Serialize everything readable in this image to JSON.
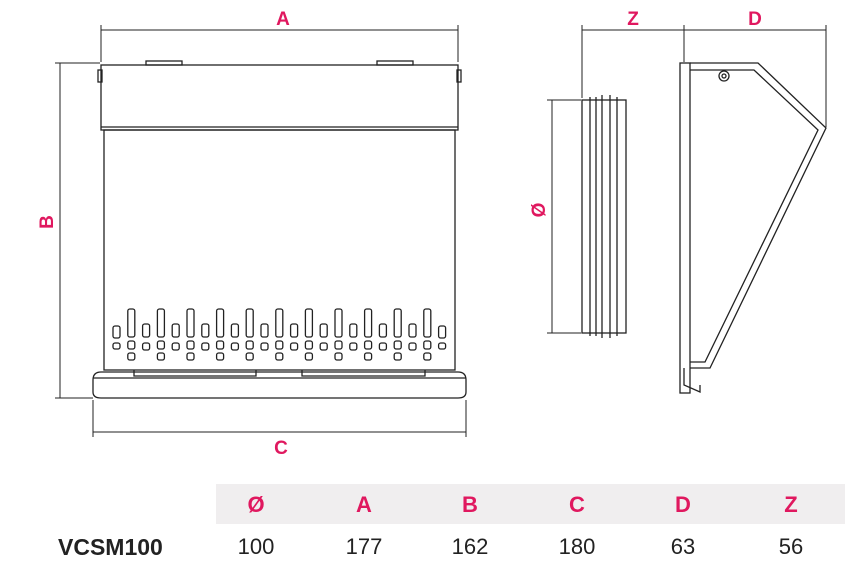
{
  "drawing": {
    "labels": {
      "A": "A",
      "B": "B",
      "C": "C",
      "diameter": "Ø",
      "Z": "Z",
      "D": "D"
    },
    "accent_color": "#e0185f"
  },
  "table": {
    "headers": [
      "Ø",
      "A",
      "B",
      "C",
      "D",
      "Z"
    ],
    "rows": [
      {
        "model": "VCSM100",
        "values": [
          "100",
          "177",
          "162",
          "180",
          "63",
          "56"
        ]
      }
    ]
  }
}
